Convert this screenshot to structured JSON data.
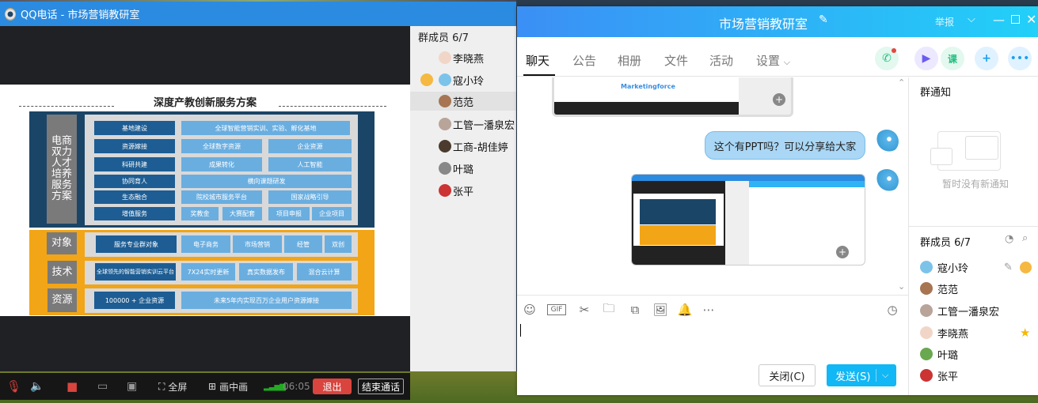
{
  "call_window": {
    "title": "QQ电话 - 市场营销教研室"
  },
  "slide": {
    "title": "深度产教创新服务方案",
    "side_label": "电商双力人才培养服务方案",
    "rows": [
      {
        "head": "基地建设",
        "cells": [
          "全球智能营销实训、实验、孵化基地"
        ]
      },
      {
        "head": "资源嫁接",
        "cells": [
          "全球数字资源",
          "企业资源"
        ]
      },
      {
        "head": "科研共建",
        "cells": [
          "成果转化",
          "人工智能"
        ]
      },
      {
        "head": "协同育人",
        "cells": [
          "横向课题研发"
        ]
      },
      {
        "head": "生态融合",
        "cells": [
          "院校城市服务平台",
          "国家战略引导"
        ]
      },
      {
        "head": "增值服务",
        "cells": [
          "奖教金",
          "大赛配套",
          "项目申报",
          "企业项目"
        ]
      }
    ],
    "bottom_rows": [
      {
        "label": "对象",
        "head": "服务专业群对象",
        "cells": [
          "电子商务",
          "市场营销",
          "经管",
          "双创"
        ]
      },
      {
        "label": "技术",
        "head": "全球领先的智能营销实训云平台",
        "cells": [
          "7X24实时更新",
          "真实数据发布",
          "混合云计算"
        ]
      },
      {
        "label": "资源",
        "head": "100000 + 企业资源",
        "cells": [
          "未来5年内实现百万企业用户资源嫁接"
        ]
      }
    ]
  },
  "call_members": {
    "header": "群成员 6/7",
    "items": [
      {
        "name": "李晓燕"
      },
      {
        "name": "寇小玲"
      },
      {
        "name": "范范"
      },
      {
        "name": "工管一潘泉宏"
      },
      {
        "name": "工商-胡佳婷"
      },
      {
        "name": "叶璐"
      },
      {
        "name": "张平"
      }
    ]
  },
  "call_toolbar": {
    "fullscreen": "全屏",
    "pip": "画中画",
    "timer": "06:05",
    "exit": "退出",
    "end_call": "结束通话"
  },
  "chat": {
    "title": "市场营销教研室",
    "report": "举报",
    "tabs": [
      "聊天",
      "公告",
      "相册",
      "文件",
      "活动",
      "设置"
    ],
    "message_text": "这个有PPT吗？可以分享给大家",
    "thumb_brand": "Marketingforce",
    "close_btn": "关闭(C)",
    "send_btn": "发送(S)",
    "notice_title": "群通知",
    "notice_empty": "暂时没有新通知",
    "members_header": "群成员 6/7",
    "members": [
      {
        "name": "寇小玲"
      },
      {
        "name": "范范"
      },
      {
        "name": "工管一潘泉宏"
      },
      {
        "name": "李晓燕"
      },
      {
        "name": "叶璐"
      },
      {
        "name": "张平"
      }
    ]
  },
  "colors": {
    "title_blue": "#2b8be0",
    "navy": "#1b4567",
    "orange": "#f2a516",
    "exit_red": "#d9453e",
    "send_blue": "#12b7f5"
  }
}
